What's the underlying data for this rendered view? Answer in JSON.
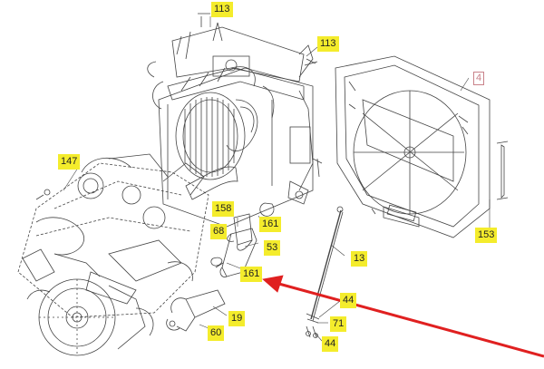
{
  "callouts": {
    "c113a": "113",
    "c113b": "113",
    "c4": "4",
    "c147": "147",
    "c158": "158",
    "c68": "68",
    "c161a": "161",
    "c53": "53",
    "c13": "13",
    "c161b": "161",
    "c153": "153",
    "c44a": "44",
    "c71": "71",
    "c44b": "44",
    "c19": "19",
    "c60": "60"
  },
  "colors": {
    "callout_fill": "#f4ec2c",
    "callout_text": "#222222",
    "line_art": "#444444",
    "arrow": "#e02020",
    "boxed_label": "#c9828a"
  }
}
